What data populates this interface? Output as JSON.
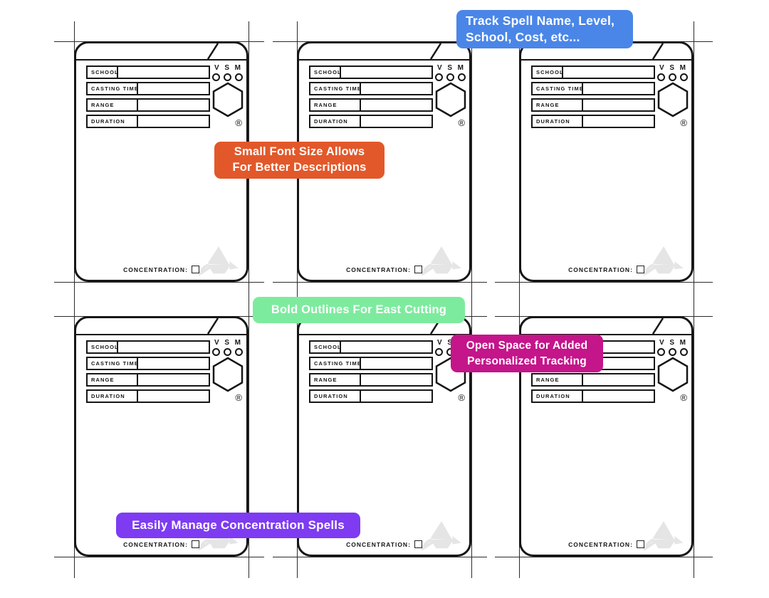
{
  "card": {
    "fields": [
      {
        "label": "SCHOOL"
      },
      {
        "label": "CASTING TIME"
      },
      {
        "label": "RANGE"
      },
      {
        "label": "DURATION"
      }
    ],
    "component_letters": [
      "V",
      "S",
      "M"
    ],
    "registered_mark": "®",
    "concentration_label": "CONCENTRATION:"
  },
  "callouts": {
    "track": {
      "lines": [
        "Track Spell Name, Level,",
        "School, Cost, etc..."
      ],
      "color": "#4a86e8"
    },
    "font_size": {
      "lines": [
        "Small Font Size Allows",
        "For Better Descriptions"
      ],
      "color": "#e2582a"
    },
    "outlines": {
      "lines": [
        "Bold Outlines For East Cutting"
      ],
      "color": "#7deb9e"
    },
    "open_space": {
      "lines": [
        "Open Space for Added",
        "Personalized Tracking"
      ],
      "color": "#c4158a"
    },
    "concentration": {
      "lines": [
        "Easily Manage Concentration Spells"
      ],
      "color": "#7e3bf2"
    }
  }
}
